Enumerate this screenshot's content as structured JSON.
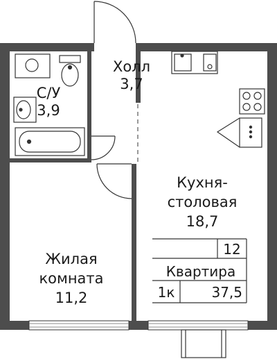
{
  "rooms": {
    "bathroom": {
      "name": "С/У",
      "area": "3,9"
    },
    "hall": {
      "name": "Холл",
      "area": "3,7"
    },
    "kitchen": {
      "name_line1": "Кухня-",
      "name_line2": "столовая",
      "area": "18,7"
    },
    "living": {
      "name_line1": "Жилая",
      "name_line2": "комната",
      "area": "11,2"
    }
  },
  "info_table": {
    "apartment_number": "12",
    "title": "Квартира",
    "rooms_count": "1к",
    "total_area": "37,5"
  },
  "colors": {
    "wall": "#4d4d4d",
    "line": "#333333",
    "glass": "#8c8c8c"
  }
}
